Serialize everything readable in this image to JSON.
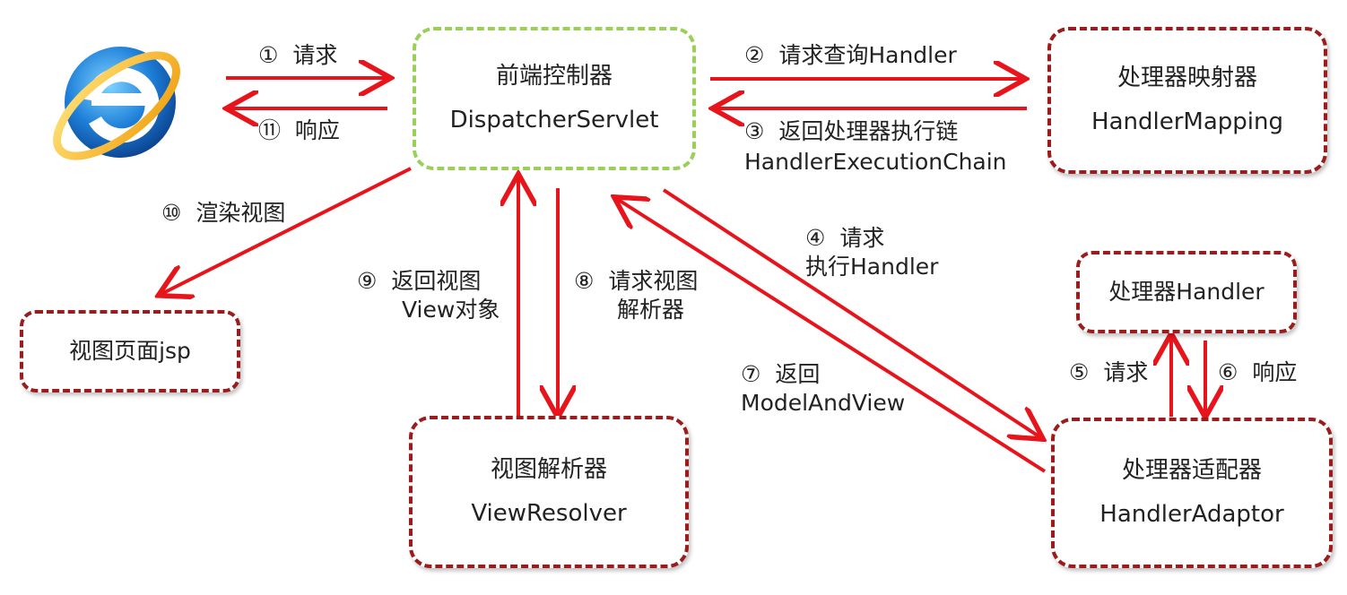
{
  "nodes": {
    "dispatcher": {
      "title": "前端控制器",
      "subtitle": "DispatcherServlet"
    },
    "handler_mapping": {
      "title": "处理器映射器",
      "subtitle": "HandlerMapping"
    },
    "handler": {
      "title": "处理器Handler"
    },
    "handler_adaptor": {
      "title": "处理器适配器",
      "subtitle": "HandlerAdaptor"
    },
    "view_resolver": {
      "title": "视图解析器",
      "subtitle": "ViewResolver"
    },
    "view_page": {
      "title": "视图页面jsp"
    }
  },
  "steps": {
    "s1": {
      "num": "①",
      "text": "请求"
    },
    "s11": {
      "num": "⑪",
      "text": "响应"
    },
    "s2": {
      "num": "②",
      "text": "请求查询Handler"
    },
    "s3": {
      "num": "③",
      "text": "返回处理器执行链",
      "text2": "HandlerExecutionChain"
    },
    "s4": {
      "num": "④",
      "text": "请求",
      "text2": "执行Handler"
    },
    "s5": {
      "num": "⑤",
      "text": "请求"
    },
    "s6": {
      "num": "⑥",
      "text": "响应"
    },
    "s7": {
      "num": "⑦",
      "text": "返回",
      "text2": "ModelAndView"
    },
    "s8": {
      "num": "⑧",
      "text": "请求视图",
      "text2": "解析器"
    },
    "s9": {
      "num": "⑨",
      "text": "返回视图",
      "text2": "View对象"
    },
    "s10": {
      "num": "⑩",
      "text": "渲染视图"
    }
  },
  "colors": {
    "arrow": "#e8141c",
    "box_border": "#9b1c1c",
    "front_border": "#9ad05a"
  }
}
